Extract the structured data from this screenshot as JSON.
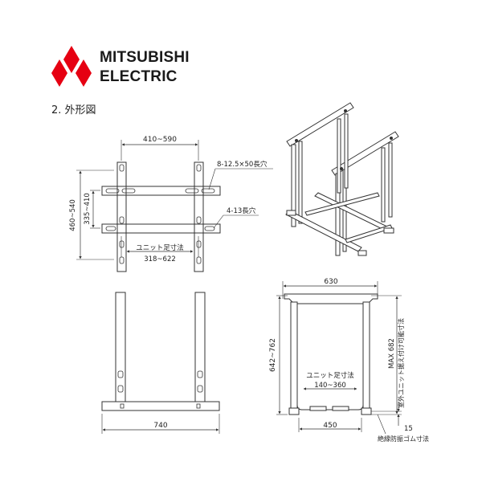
{
  "brand": {
    "line1": "MITSUBISHI",
    "line2": "ELECTRIC",
    "color": "#e60012"
  },
  "section_title": "2. 外形図",
  "front_view": {
    "width_range": "410~590",
    "slot_note": "8-12.5×50長穴",
    "hole_note": "4-13長穴",
    "outer_height": "460~540",
    "inner_height": "335~410",
    "unit_foot_label": "ユニット足寸法",
    "unit_foot_range": "318~622"
  },
  "side_view": {
    "overall_width": "740"
  },
  "right_view": {
    "top_width": "630",
    "height_range": "642~762",
    "unit_foot_label": "ユニット足寸法",
    "unit_foot_range": "140~360",
    "max_label": "MAX 682",
    "max_note": "室外ユニット据え付け可能寸法",
    "base_width": "450",
    "rubber_thickness": "15",
    "rubber_note": "絶縁防振ゴム寸法"
  }
}
